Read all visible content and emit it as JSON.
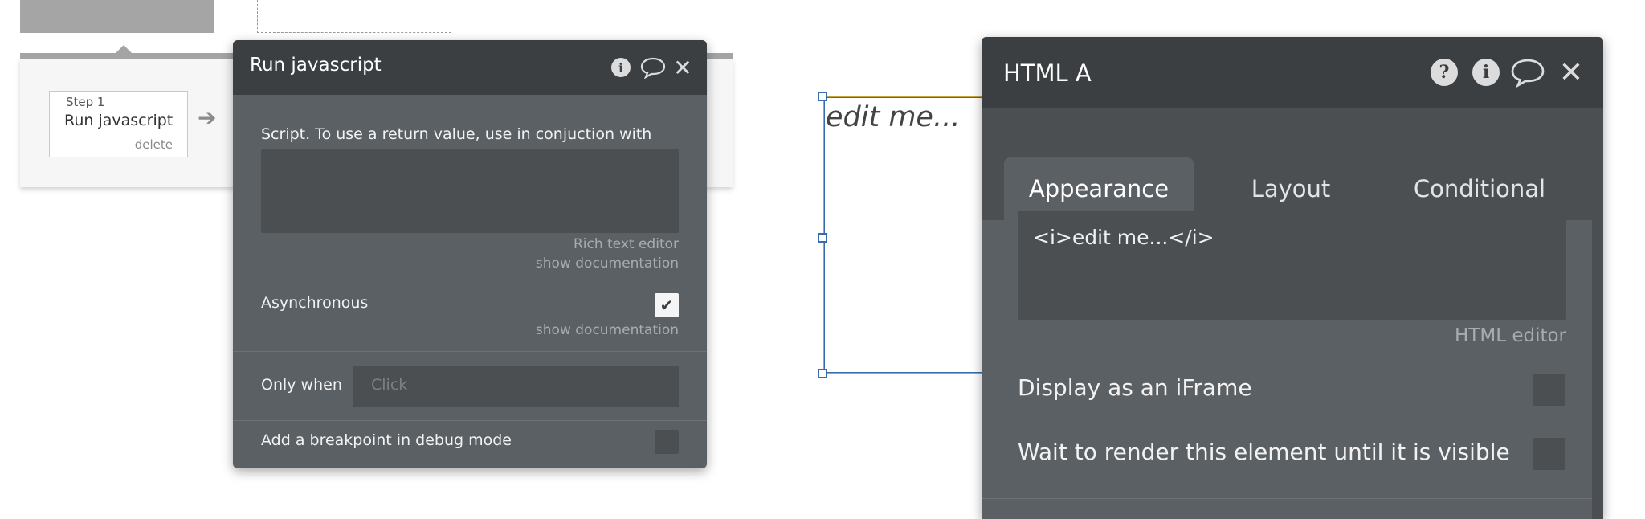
{
  "workflow": {
    "step": {
      "number_label": "Step 1",
      "title": "Run javascript",
      "delete_label": "delete"
    },
    "arrow_icon": "arrow-right-icon"
  },
  "run_js_panel": {
    "title": "Run javascript",
    "icons": [
      "info-icon",
      "comment-icon",
      "close-icon"
    ],
    "script_label": "Script. To use a return value, use in conjuction with",
    "script_value": "",
    "rich_text_editor_link": "Rich text editor",
    "show_documentation_link_1": "show documentation",
    "asynchronous_label": "Asynchronous",
    "asynchronous_checked": true,
    "show_documentation_link_2": "show documentation",
    "only_when_label": "Only when",
    "only_when_placeholder": "Click",
    "breakpoint_label": "Add a breakpoint in debug mode",
    "breakpoint_checked": false
  },
  "canvas_element": {
    "text": "edit me..."
  },
  "html_panel": {
    "title": "HTML A",
    "icons": [
      "help-icon",
      "info-icon",
      "comment-icon",
      "close-icon"
    ],
    "tabs": [
      {
        "label": "Appearance",
        "active": true
      },
      {
        "label": "Layout",
        "active": false
      },
      {
        "label": "Conditional",
        "active": false
      }
    ],
    "html_value": "<i>edit me...</i>",
    "html_editor_link": "HTML editor",
    "iframe_label": "Display as an iFrame",
    "iframe_checked": false,
    "wait_render_label": "Wait to render this element until it is visible",
    "wait_render_checked": false
  }
}
